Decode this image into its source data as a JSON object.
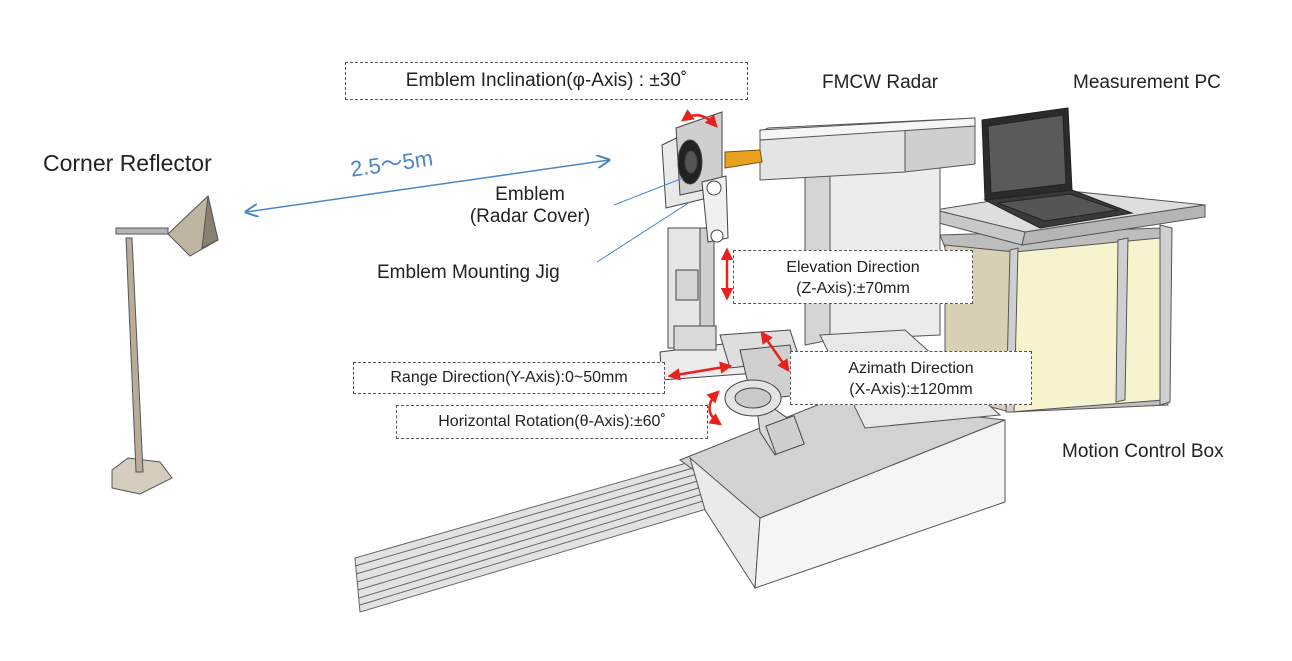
{
  "labels": {
    "corner_reflector": "Corner Reflector",
    "distance": "2.5～5m",
    "emblem_line1": "Emblem",
    "emblem_line2": "(Radar Cover)",
    "mounting_jig": "Emblem Mounting Jig",
    "fmcw_radar": "FMCW Radar",
    "measurement_pc": "Measurement PC",
    "motion_control_box": "Motion Control  Box"
  },
  "axes": {
    "inclination": "Emblem Inclination(φ-Axis) : ±30˚",
    "elevation_line1": "Elevation Direction",
    "elevation_line2": "(Z-Axis):±70mm",
    "azimuth_line1": "Azimath Direction",
    "azimuth_line2": "(X-Axis):±120mm",
    "range": "Range Direction(Y-Axis):0~50mm",
    "rotation": "Horizontal Rotation(θ-Axis):±60˚"
  },
  "colors": {
    "accent_red": "#e8211e",
    "distance_blue": "#4a86c5",
    "horn_orange": "#e8a020",
    "body_grey": "#d9d9d9",
    "cabinet_cream": "#f8f3cf"
  }
}
